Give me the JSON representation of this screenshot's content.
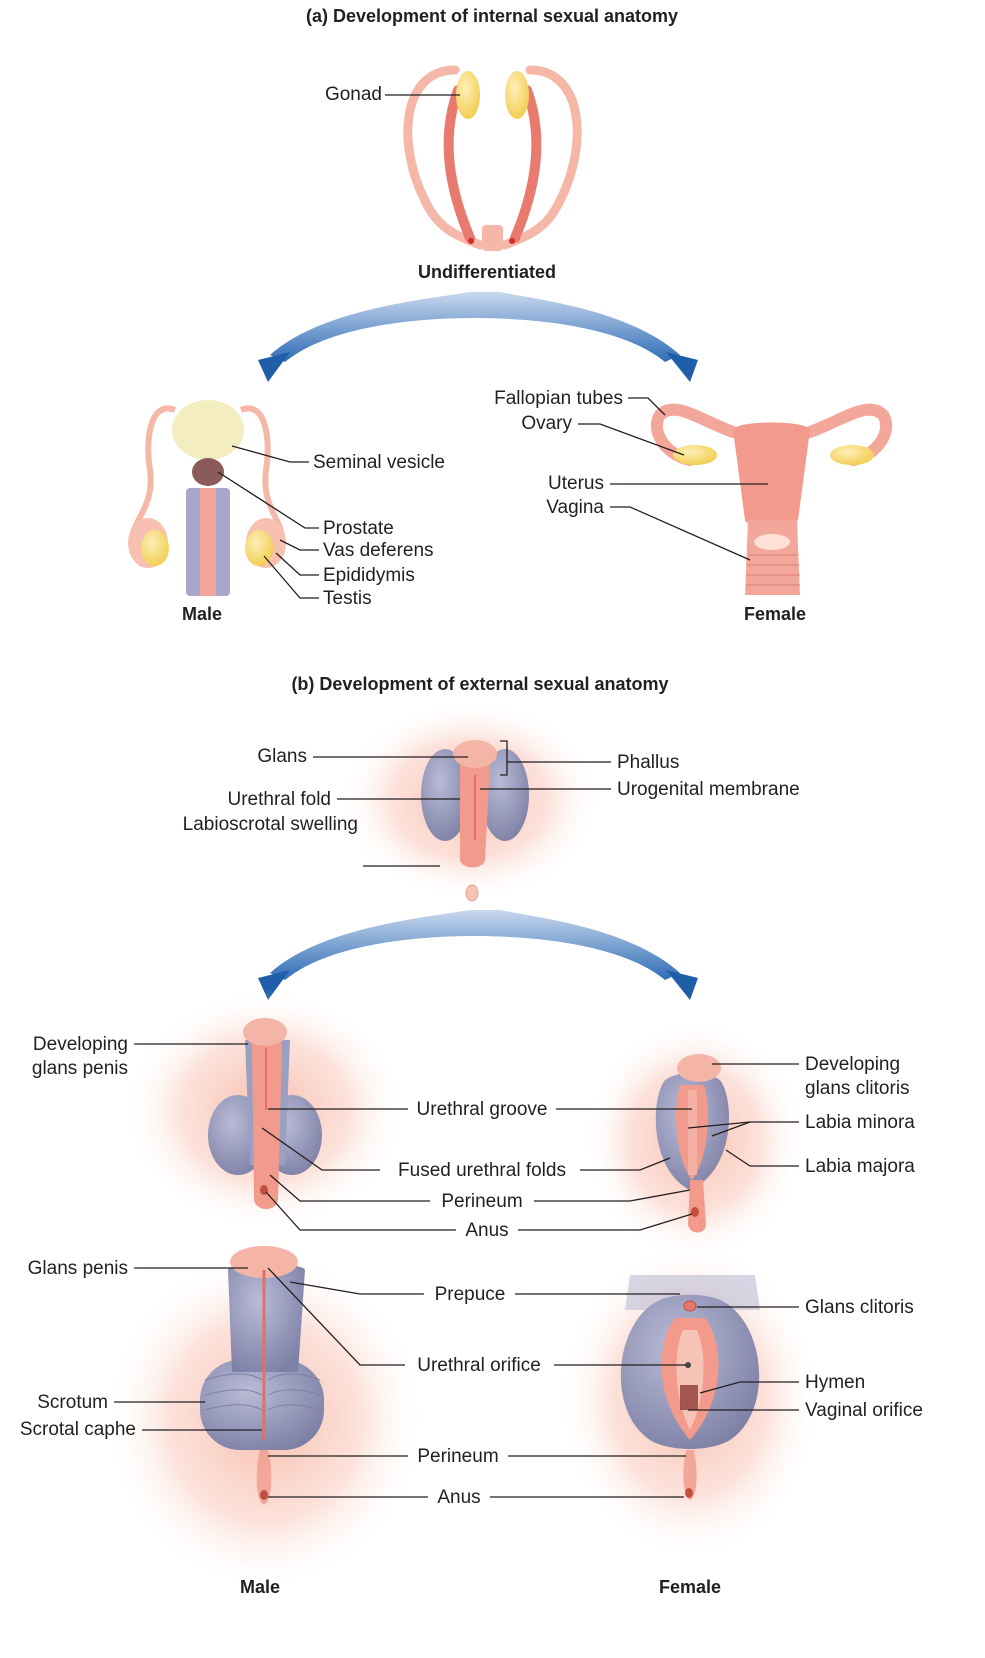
{
  "part_a": {
    "title": "(a) Development of internal sexual anatomy",
    "undifferentiated": {
      "caption": "Undifferentiated",
      "label_gonad": "Gonad"
    },
    "male": {
      "caption": "Male",
      "labels": {
        "seminal_vesicle": "Seminal vesicle",
        "prostate": "Prostate",
        "vas_deferens": "Vas deferens",
        "epididymis": "Epididymis",
        "testis": "Testis"
      }
    },
    "female": {
      "caption": "Female",
      "labels": {
        "fallopian_tubes": "Fallopian tubes",
        "ovary": "Ovary",
        "uterus": "Uterus",
        "vagina": "Vagina"
      }
    }
  },
  "part_b": {
    "title": "(b) Development of external sexual anatomy",
    "undifferentiated": {
      "labels": {
        "glans": "Glans",
        "phallus": "Phallus",
        "urethral_fold": "Urethral fold",
        "urogenital_membrane": "Urogenital membrane",
        "labioscrotal_swelling": "Labioscrotal swelling"
      }
    },
    "developing": {
      "labels": {
        "developing_glans_penis_l1": "Developing",
        "developing_glans_penis_l2": "glans penis",
        "developing_glans_clitoris_l1": "Developing",
        "developing_glans_clitoris_l2": "glans clitoris",
        "urethral_groove": "Urethral groove",
        "fused_urethral_folds": "Fused urethral folds",
        "perineum": "Perineum",
        "anus": "Anus",
        "labia_minora": "Labia minora",
        "labia_majora": "Labia majora"
      }
    },
    "final": {
      "male_caption": "Male",
      "female_caption": "Female",
      "labels": {
        "glans_penis": "Glans penis",
        "prepuce": "Prepuce",
        "glans_clitoris": "Glans clitoris",
        "urethral_orifice": "Urethral orifice",
        "hymen": "Hymen",
        "scrotum": "Scrotum",
        "scrotal_caphe": "Scrotal caphe",
        "vaginal_orifice": "Vaginal orifice",
        "perineum": "Perineum",
        "anus": "Anus"
      }
    }
  },
  "colors": {
    "skin": "#f6c3b3",
    "tissue": "#ee8f83",
    "gonad": "#f7de7a",
    "swelling": "#8f92b5",
    "arrow": "#2f6db5"
  }
}
